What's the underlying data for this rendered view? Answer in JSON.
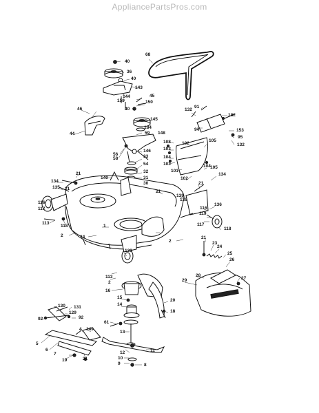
{
  "watermark": "AppliancePartsPros.com",
  "callouts": [
    {
      "text": "68"
    },
    {
      "text": "40"
    },
    {
      "text": "36"
    },
    {
      "text": "40"
    },
    {
      "text": "143"
    },
    {
      "text": "144"
    },
    {
      "text": "45"
    },
    {
      "text": "150"
    },
    {
      "text": "159"
    },
    {
      "text": "40"
    },
    {
      "text": "46"
    },
    {
      "text": "145"
    },
    {
      "text": "184"
    },
    {
      "text": "44"
    },
    {
      "text": "59"
    },
    {
      "text": "148"
    },
    {
      "text": "56"
    },
    {
      "text": "58"
    },
    {
      "text": "146"
    },
    {
      "text": "33"
    },
    {
      "text": "54"
    },
    {
      "text": "32"
    },
    {
      "text": "31"
    },
    {
      "text": "30"
    },
    {
      "text": "21"
    },
    {
      "text": "140"
    },
    {
      "text": "134"
    },
    {
      "text": "135"
    },
    {
      "text": "21"
    },
    {
      "text": "116"
    },
    {
      "text": "117"
    },
    {
      "text": "113"
    },
    {
      "text": "118"
    },
    {
      "text": "2"
    },
    {
      "text": "34"
    },
    {
      "text": "1"
    },
    {
      "text": "21"
    },
    {
      "text": "132"
    },
    {
      "text": "91"
    },
    {
      "text": "182"
    },
    {
      "text": "94"
    },
    {
      "text": "153"
    },
    {
      "text": "95"
    },
    {
      "text": "132"
    },
    {
      "text": "108"
    },
    {
      "text": "102"
    },
    {
      "text": "103"
    },
    {
      "text": "105"
    },
    {
      "text": "104"
    },
    {
      "text": "103"
    },
    {
      "text": "104"
    },
    {
      "text": "105"
    },
    {
      "text": "101"
    },
    {
      "text": "102"
    },
    {
      "text": "21"
    },
    {
      "text": "134"
    },
    {
      "text": "139"
    },
    {
      "text": "135"
    },
    {
      "text": "136"
    },
    {
      "text": "116"
    },
    {
      "text": "119"
    },
    {
      "text": "117"
    },
    {
      "text": "118"
    },
    {
      "text": "2"
    },
    {
      "text": "21"
    },
    {
      "text": "23"
    },
    {
      "text": "24"
    },
    {
      "text": "139"
    },
    {
      "text": "25"
    },
    {
      "text": "26"
    },
    {
      "text": "2"
    },
    {
      "text": "113"
    },
    {
      "text": "16"
    },
    {
      "text": "28"
    },
    {
      "text": "27"
    },
    {
      "text": "29"
    },
    {
      "text": "15"
    },
    {
      "text": "14"
    },
    {
      "text": "20"
    },
    {
      "text": "18"
    },
    {
      "text": "130"
    },
    {
      "text": "131"
    },
    {
      "text": "129"
    },
    {
      "text": "92"
    },
    {
      "text": "92"
    },
    {
      "text": "61"
    },
    {
      "text": "4"
    },
    {
      "text": "149"
    },
    {
      "text": "5"
    },
    {
      "text": "13"
    },
    {
      "text": "6"
    },
    {
      "text": "7"
    },
    {
      "text": "12"
    },
    {
      "text": "21"
    },
    {
      "text": "19"
    },
    {
      "text": "11"
    },
    {
      "text": "10"
    },
    {
      "text": "9"
    },
    {
      "text": "8"
    }
  ]
}
